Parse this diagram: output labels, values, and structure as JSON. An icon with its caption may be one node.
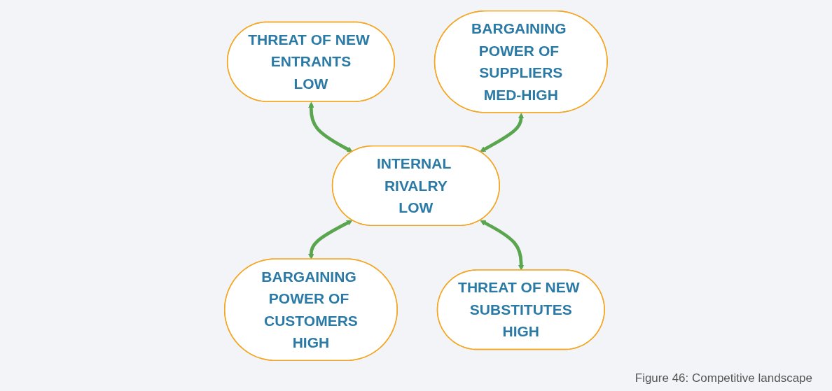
{
  "diagram": {
    "caption": "Figure 46: Competitive landscape",
    "nodes": [
      {
        "text": [
          "THREAT OF NEW ENTRANTS",
          "LOW"
        ]
      },
      {
        "text": [
          "BARGAINING POWER OF SUPPLIERS",
          "MED-HIGH"
        ]
      },
      {
        "text": [
          "INTERNAL RIVALRY",
          "LOW"
        ]
      },
      {
        "text": [
          "BARGAINING POWER OF CUSTOMERS",
          "HIGH"
        ]
      },
      {
        "text": [
          "THREAT OF NEW SUBSTITUTES",
          "HIGH"
        ]
      }
    ],
    "edges": [
      {
        "from": 0,
        "to": 2,
        "arrow": "both"
      },
      {
        "from": 1,
        "to": 2,
        "arrow": "both"
      },
      {
        "from": 2,
        "to": 3,
        "arrow": "both"
      },
      {
        "from": 2,
        "to": 4,
        "arrow": "both"
      }
    ]
  }
}
